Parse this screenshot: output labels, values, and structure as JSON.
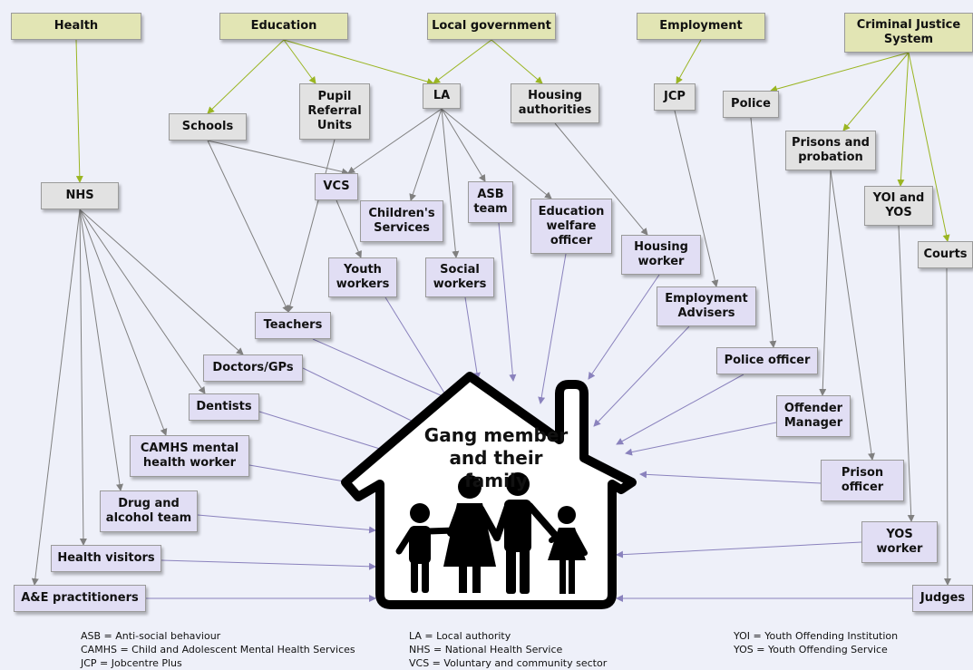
{
  "nodes": {
    "health": "Health",
    "education": "Education",
    "local_government": "Local government",
    "employment": "Employment",
    "cjs": "Criminal Justice System",
    "schools": "Schools",
    "pru": "Pupil Referral Units",
    "la": "LA",
    "housing_authorities": "Housing authorities",
    "jcp": "JCP",
    "police": "Police",
    "prisons_probation": "Prisons and probation",
    "nhs": "NHS",
    "vcs": "VCS",
    "childrens_services": "Children's Services",
    "asb_team": "ASB team",
    "ewo": "Education welfare officer",
    "yoi_yos": "YOI and YOS",
    "housing_worker": "Housing worker",
    "courts": "Courts",
    "youth_workers": "Youth workers",
    "social_workers": "Social workers",
    "employment_advisers": "Employment Advisers",
    "teachers": "Teachers",
    "doctors": "Doctors/GPs",
    "police_officer": "Police officer",
    "dentists": "Dentists",
    "offender_manager": "Offender Manager",
    "camhs_worker": "CAMHS mental health worker",
    "prison_officer": "Prison officer",
    "drug_alcohol": "Drug and alcohol team",
    "yos_worker": "YOS worker",
    "health_visitors": "Health visitors",
    "ae": "A&E practitioners",
    "judges": "Judges"
  },
  "center": "Gang member and their family",
  "key": {
    "col1": [
      "ASB = Anti-social behaviour",
      "CAMHS = Child and Adolescent Mental Health Services",
      "JCP = Jobcentre Plus"
    ],
    "col2": [
      "LA = Local authority",
      "NHS = National Health Service",
      "VCS = Voluntary and community sector"
    ],
    "col3": [
      "YOI = Youth Offending Institution",
      "YOS = Youth Offending Service"
    ]
  },
  "colors": {
    "sector_fill": "#e2e5b4",
    "org_fill": "#e2e2e2",
    "worker_fill": "#e1def4",
    "sector_arrow": "#9ab522",
    "org_arrow": "#808080",
    "worker_arrow": "#8a82bd",
    "background": "#eef0f9"
  },
  "links": [
    [
      "health",
      "nhs",
      "sector"
    ],
    [
      "education",
      "schools",
      "sector"
    ],
    [
      "education",
      "pru",
      "sector"
    ],
    [
      "education",
      "la",
      "sector"
    ],
    [
      "local_government",
      "la",
      "sector"
    ],
    [
      "local_government",
      "housing_authorities",
      "sector"
    ],
    [
      "employment",
      "jcp",
      "sector"
    ],
    [
      "cjs",
      "police",
      "sector"
    ],
    [
      "cjs",
      "prisons_probation",
      "sector"
    ],
    [
      "cjs",
      "yoi_yos",
      "sector"
    ],
    [
      "cjs",
      "courts",
      "sector"
    ],
    [
      "schools",
      "vcs",
      "org"
    ],
    [
      "schools",
      "teachers",
      "org"
    ],
    [
      "pru",
      "teachers",
      "org"
    ],
    [
      "la",
      "vcs",
      "org"
    ],
    [
      "la",
      "childrens_services",
      "org"
    ],
    [
      "la",
      "asb_team",
      "org"
    ],
    [
      "la",
      "social_workers",
      "org"
    ],
    [
      "la",
      "ewo",
      "org"
    ],
    [
      "vcs",
      "youth_workers",
      "org"
    ],
    [
      "housing_authorities",
      "housing_worker",
      "org"
    ],
    [
      "jcp",
      "employment_advisers",
      "org"
    ],
    [
      "police",
      "police_officer",
      "org"
    ],
    [
      "prisons_probation",
      "offender_manager",
      "org"
    ],
    [
      "prisons_probation",
      "prison_officer",
      "org"
    ],
    [
      "yoi_yos",
      "yos_worker",
      "org"
    ],
    [
      "courts",
      "judges",
      "org"
    ],
    [
      "nhs",
      "doctors",
      "org"
    ],
    [
      "nhs",
      "dentists",
      "org"
    ],
    [
      "nhs",
      "camhs_worker",
      "org"
    ],
    [
      "nhs",
      "drug_alcohol",
      "org"
    ],
    [
      "nhs",
      "health_visitors",
      "org"
    ],
    [
      "nhs",
      "ae",
      "org"
    ],
    [
      "teachers",
      "house",
      "worker"
    ],
    [
      "doctors",
      "house",
      "worker"
    ],
    [
      "dentists",
      "house",
      "worker"
    ],
    [
      "camhs_worker",
      "house",
      "worker"
    ],
    [
      "drug_alcohol",
      "house",
      "worker"
    ],
    [
      "health_visitors",
      "house",
      "worker"
    ],
    [
      "ae",
      "house",
      "worker"
    ],
    [
      "youth_workers",
      "house",
      "worker"
    ],
    [
      "social_workers",
      "house",
      "worker"
    ],
    [
      "asb_team",
      "house",
      "worker"
    ],
    [
      "ewo",
      "house",
      "worker"
    ],
    [
      "housing_worker",
      "house",
      "worker"
    ],
    [
      "employment_advisers",
      "house",
      "worker"
    ],
    [
      "police_officer",
      "house",
      "worker"
    ],
    [
      "offender_manager",
      "house",
      "worker"
    ],
    [
      "prison_officer",
      "house",
      "worker"
    ],
    [
      "yos_worker",
      "house",
      "worker"
    ],
    [
      "judges",
      "house",
      "worker"
    ]
  ]
}
